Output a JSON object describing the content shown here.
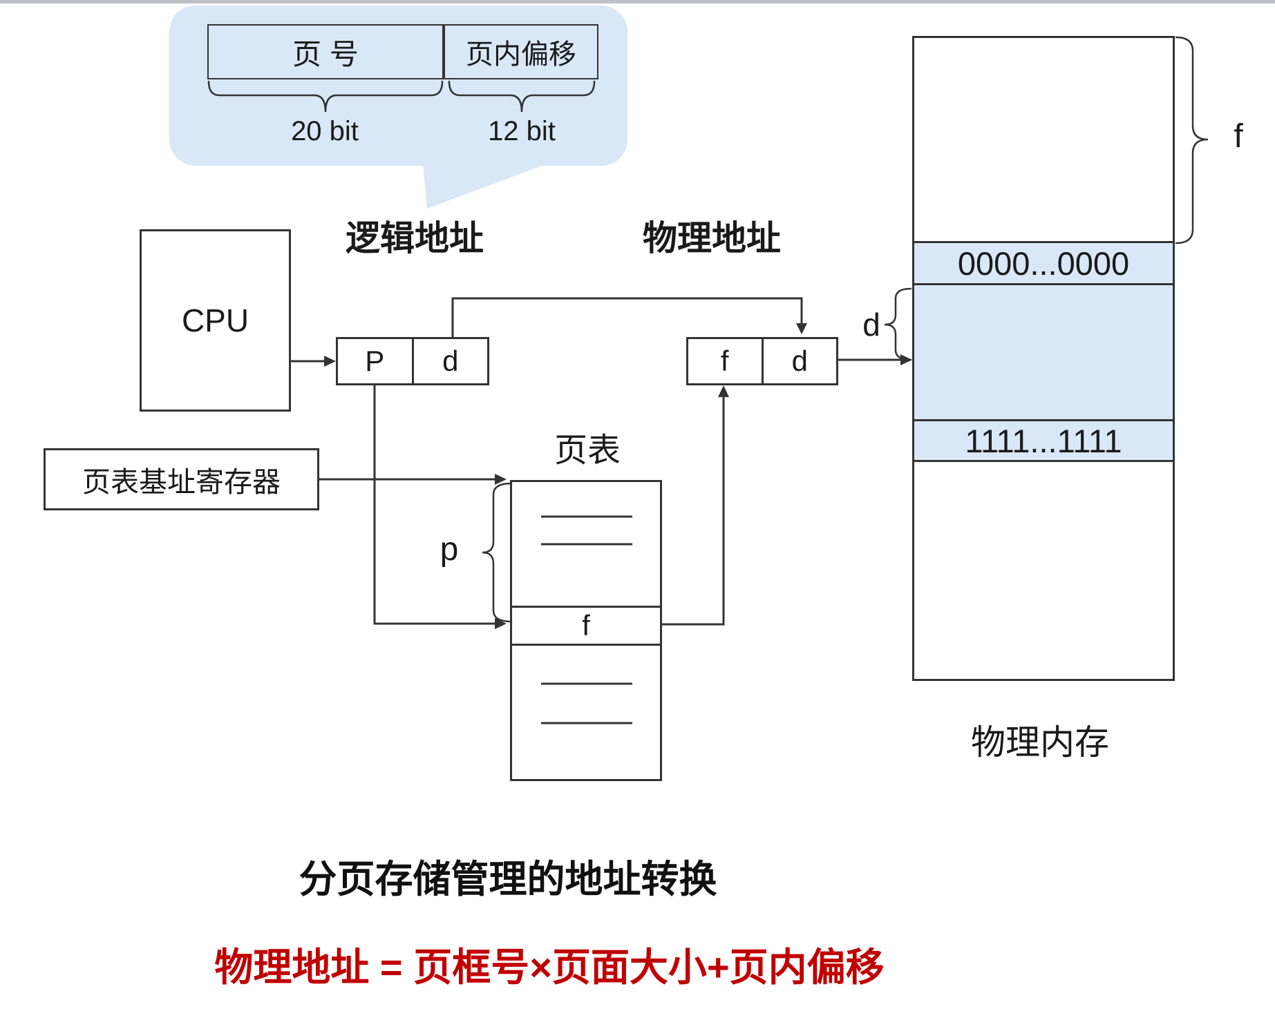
{
  "bubble": {
    "page_no_label": "页 号",
    "offset_label": "页内偏移",
    "page_no_bits": "20 bit",
    "offset_bits": "12 bit"
  },
  "cpu_label": "CPU",
  "logical_address": {
    "title": "逻辑地址",
    "page_field": "P",
    "offset_field": "d"
  },
  "physical_address": {
    "title": "物理地址",
    "frame_field": "f",
    "offset_field": "d"
  },
  "ptbr_label": "页表基址寄存器",
  "page_table": {
    "title": "页表",
    "frame_entry": "f",
    "p_brace_label": "p"
  },
  "memory": {
    "title": "物理内存",
    "row_zero": "0000...0000",
    "row_one": "1111...1111",
    "f_brace_label": "f",
    "d_brace_label": "d"
  },
  "caption": "分页存储管理的地址转换",
  "formula": "物理地址 = 页框号×页面大小+页内偏移",
  "colors": {
    "bubble_blue": "#d9e7f6",
    "formula_red": "#c00000",
    "line": "#333333"
  }
}
